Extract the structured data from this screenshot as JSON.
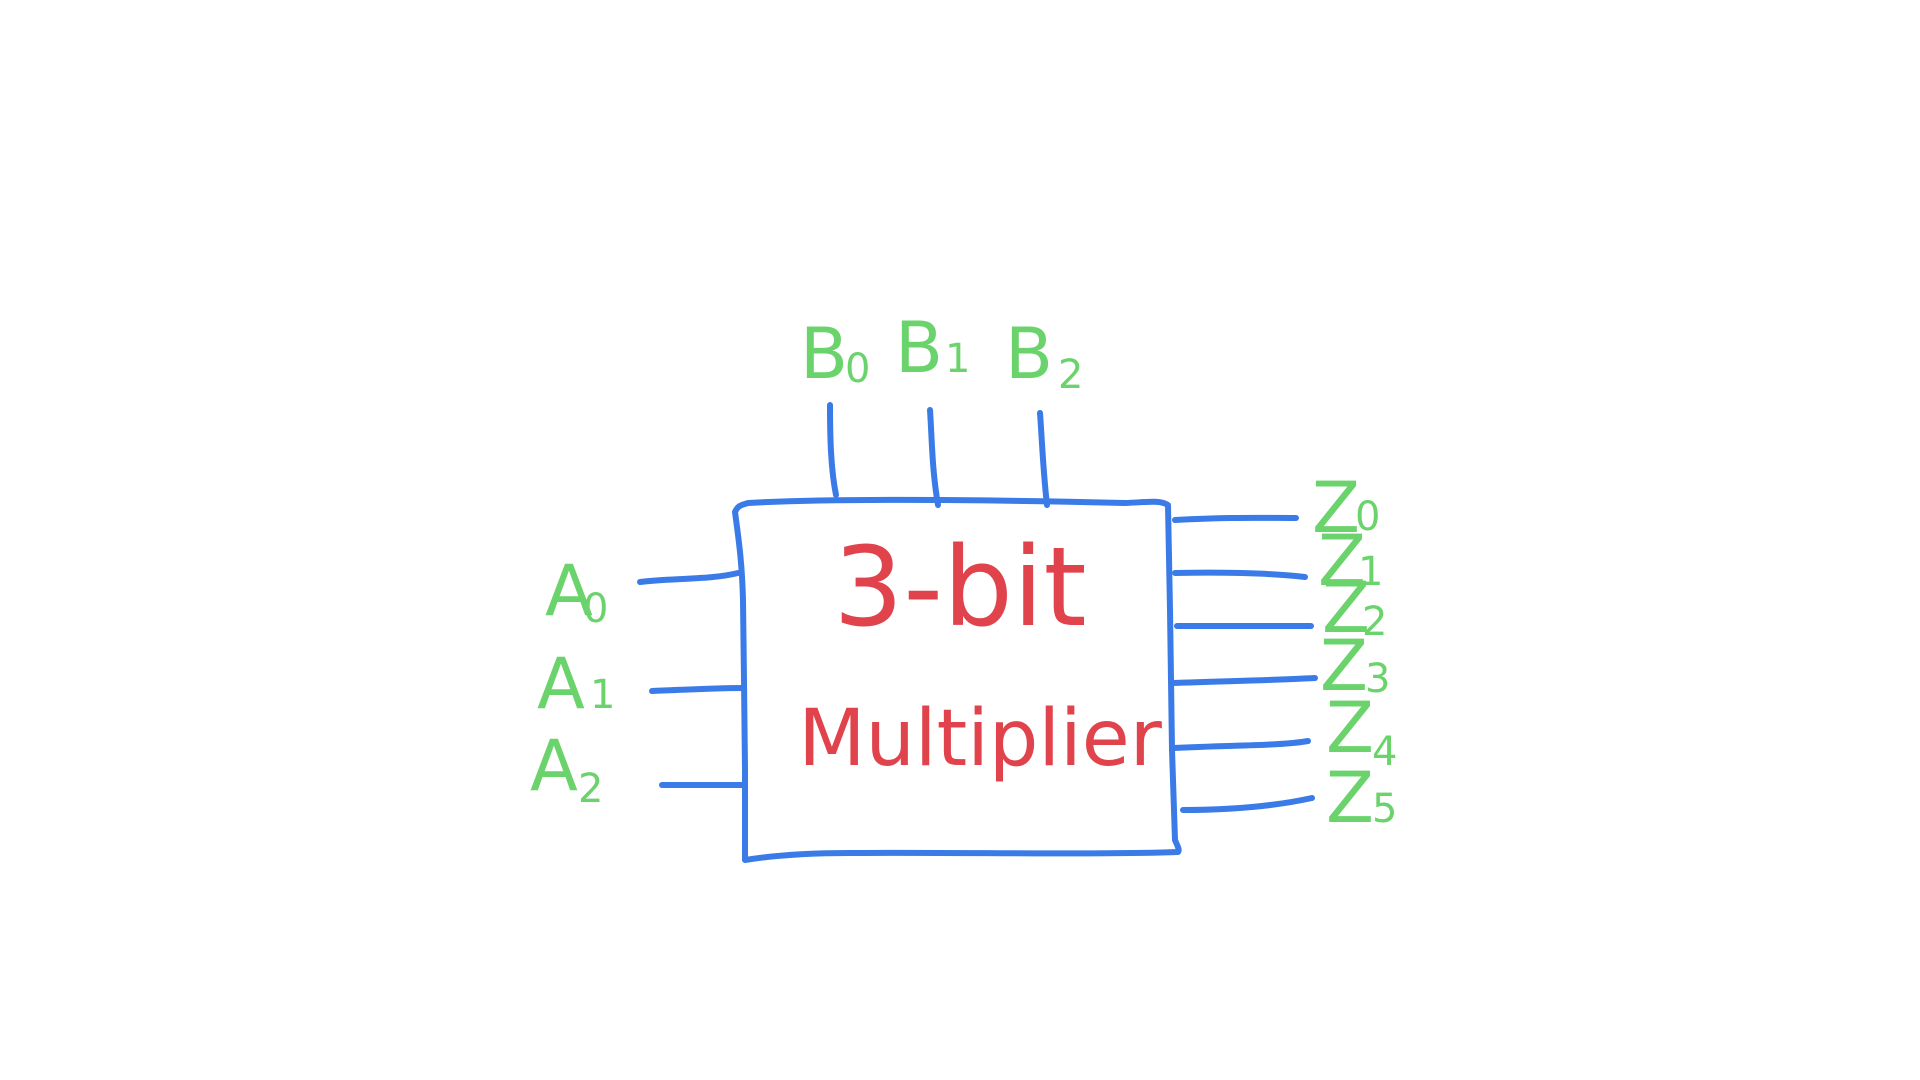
{
  "block": {
    "line1": "3-bit",
    "line2": "Multiplier"
  },
  "inputs_a": [
    {
      "letter": "A",
      "index": "0"
    },
    {
      "letter": "A",
      "index": "1"
    },
    {
      "letter": "A",
      "index": "2"
    }
  ],
  "inputs_b": [
    {
      "letter": "B",
      "index": "0"
    },
    {
      "letter": "B",
      "index": "1"
    },
    {
      "letter": "B",
      "index": "2"
    }
  ],
  "outputs_z": [
    {
      "letter": "Z",
      "index": "0"
    },
    {
      "letter": "Z",
      "index": "1"
    },
    {
      "letter": "Z",
      "index": "2"
    },
    {
      "letter": "Z",
      "index": "3"
    },
    {
      "letter": "Z",
      "index": "4"
    },
    {
      "letter": "Z",
      "index": "5"
    }
  ],
  "colors": {
    "wire": "#3b7be8",
    "label": "#6bd36b",
    "title": "#e0434b"
  }
}
